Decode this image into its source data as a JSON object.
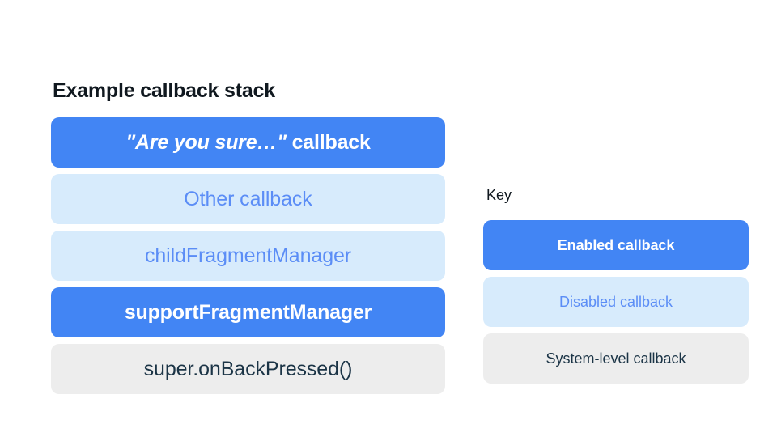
{
  "page": {
    "background": "#ffffff"
  },
  "colors": {
    "enabled_bg": "#4285f4",
    "enabled_text": "#ffffff",
    "disabled_bg": "#d7ebfc",
    "disabled_text": "#5b8df6",
    "system_bg": "#ededed",
    "system_text": "#1b3446",
    "heading_text": "#10181f"
  },
  "stack": {
    "title": "Example callback stack",
    "rows": [
      {
        "label": "\"Are you sure…\" callback",
        "emphasis": "\"Are you sure…\"",
        "rest": " callback",
        "state": "enabled"
      },
      {
        "label": "Other callback",
        "state": "disabled"
      },
      {
        "label": "childFragmentManager",
        "state": "disabled"
      },
      {
        "label": "supportFragmentManager",
        "state": "enabled"
      },
      {
        "label": "super.onBackPressed()",
        "state": "system"
      }
    ]
  },
  "key": {
    "title": "Key",
    "rows": [
      {
        "label": "Enabled callback",
        "state": "enabled"
      },
      {
        "label": "Disabled callback",
        "state": "disabled"
      },
      {
        "label": "System-level callback",
        "state": "system"
      }
    ]
  }
}
